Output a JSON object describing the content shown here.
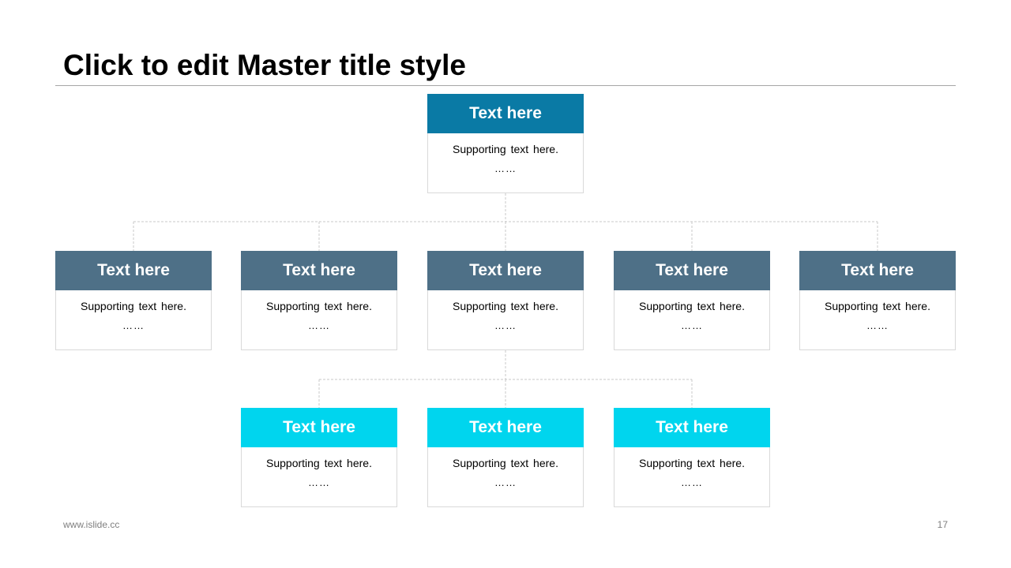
{
  "slide": {
    "title": "Click to edit Master title style",
    "footer": "www.islide.cc",
    "page_number": "17"
  },
  "colors": {
    "top": "#0a7aa5",
    "middle": "#4e7087",
    "bottom": "#00d5ee",
    "connector": "#c8c8c8"
  },
  "nodes": {
    "top": {
      "title": "Text here",
      "support": "Supporting  text here.",
      "dots": "……"
    },
    "mid1": {
      "title": "Text here",
      "support": "Supporting  text here.",
      "dots": "……"
    },
    "mid2": {
      "title": "Text here",
      "support": "Supporting  text here.",
      "dots": "……"
    },
    "mid3": {
      "title": "Text here",
      "support": "Supporting  text here.",
      "dots": "……"
    },
    "mid4": {
      "title": "Text here",
      "support": "Supporting  text here.",
      "dots": "……"
    },
    "mid5": {
      "title": "Text here",
      "support": "Supporting  text here.",
      "dots": "……"
    },
    "bot1": {
      "title": "Text here",
      "support": "Supporting  text here.",
      "dots": "……"
    },
    "bot2": {
      "title": "Text here",
      "support": "Supporting  text here.",
      "dots": "……"
    },
    "bot3": {
      "title": "Text here",
      "support": "Supporting  text here.",
      "dots": "……"
    }
  }
}
